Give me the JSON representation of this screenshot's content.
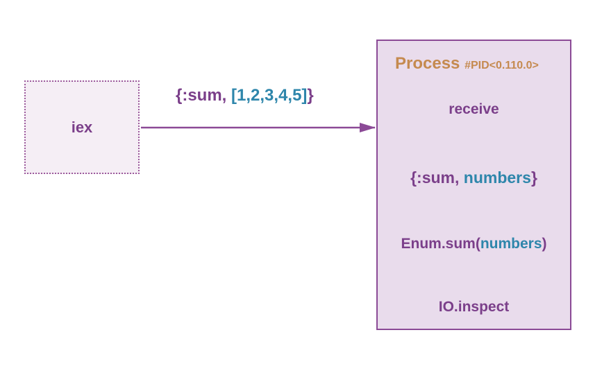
{
  "iex": {
    "label": "iex"
  },
  "message": {
    "open": "{:sum, ",
    "list": "[1,2,3,4,5]",
    "close": "}"
  },
  "process": {
    "title": "Process",
    "pid": "#PID<0.110.0>",
    "steps": {
      "receive": "receive",
      "pattern": {
        "open": "{:sum, ",
        "var": "numbers",
        "close": "}"
      },
      "enum_call": {
        "fn": "Enum.sum(",
        "arg": "numbers",
        "close": ")"
      },
      "io": "IO.inspect"
    }
  },
  "colors": {
    "purple": "#7b3f8a",
    "blue": "#2e86ab",
    "orange": "#c58a4f",
    "box_border": "#8b4a96"
  }
}
